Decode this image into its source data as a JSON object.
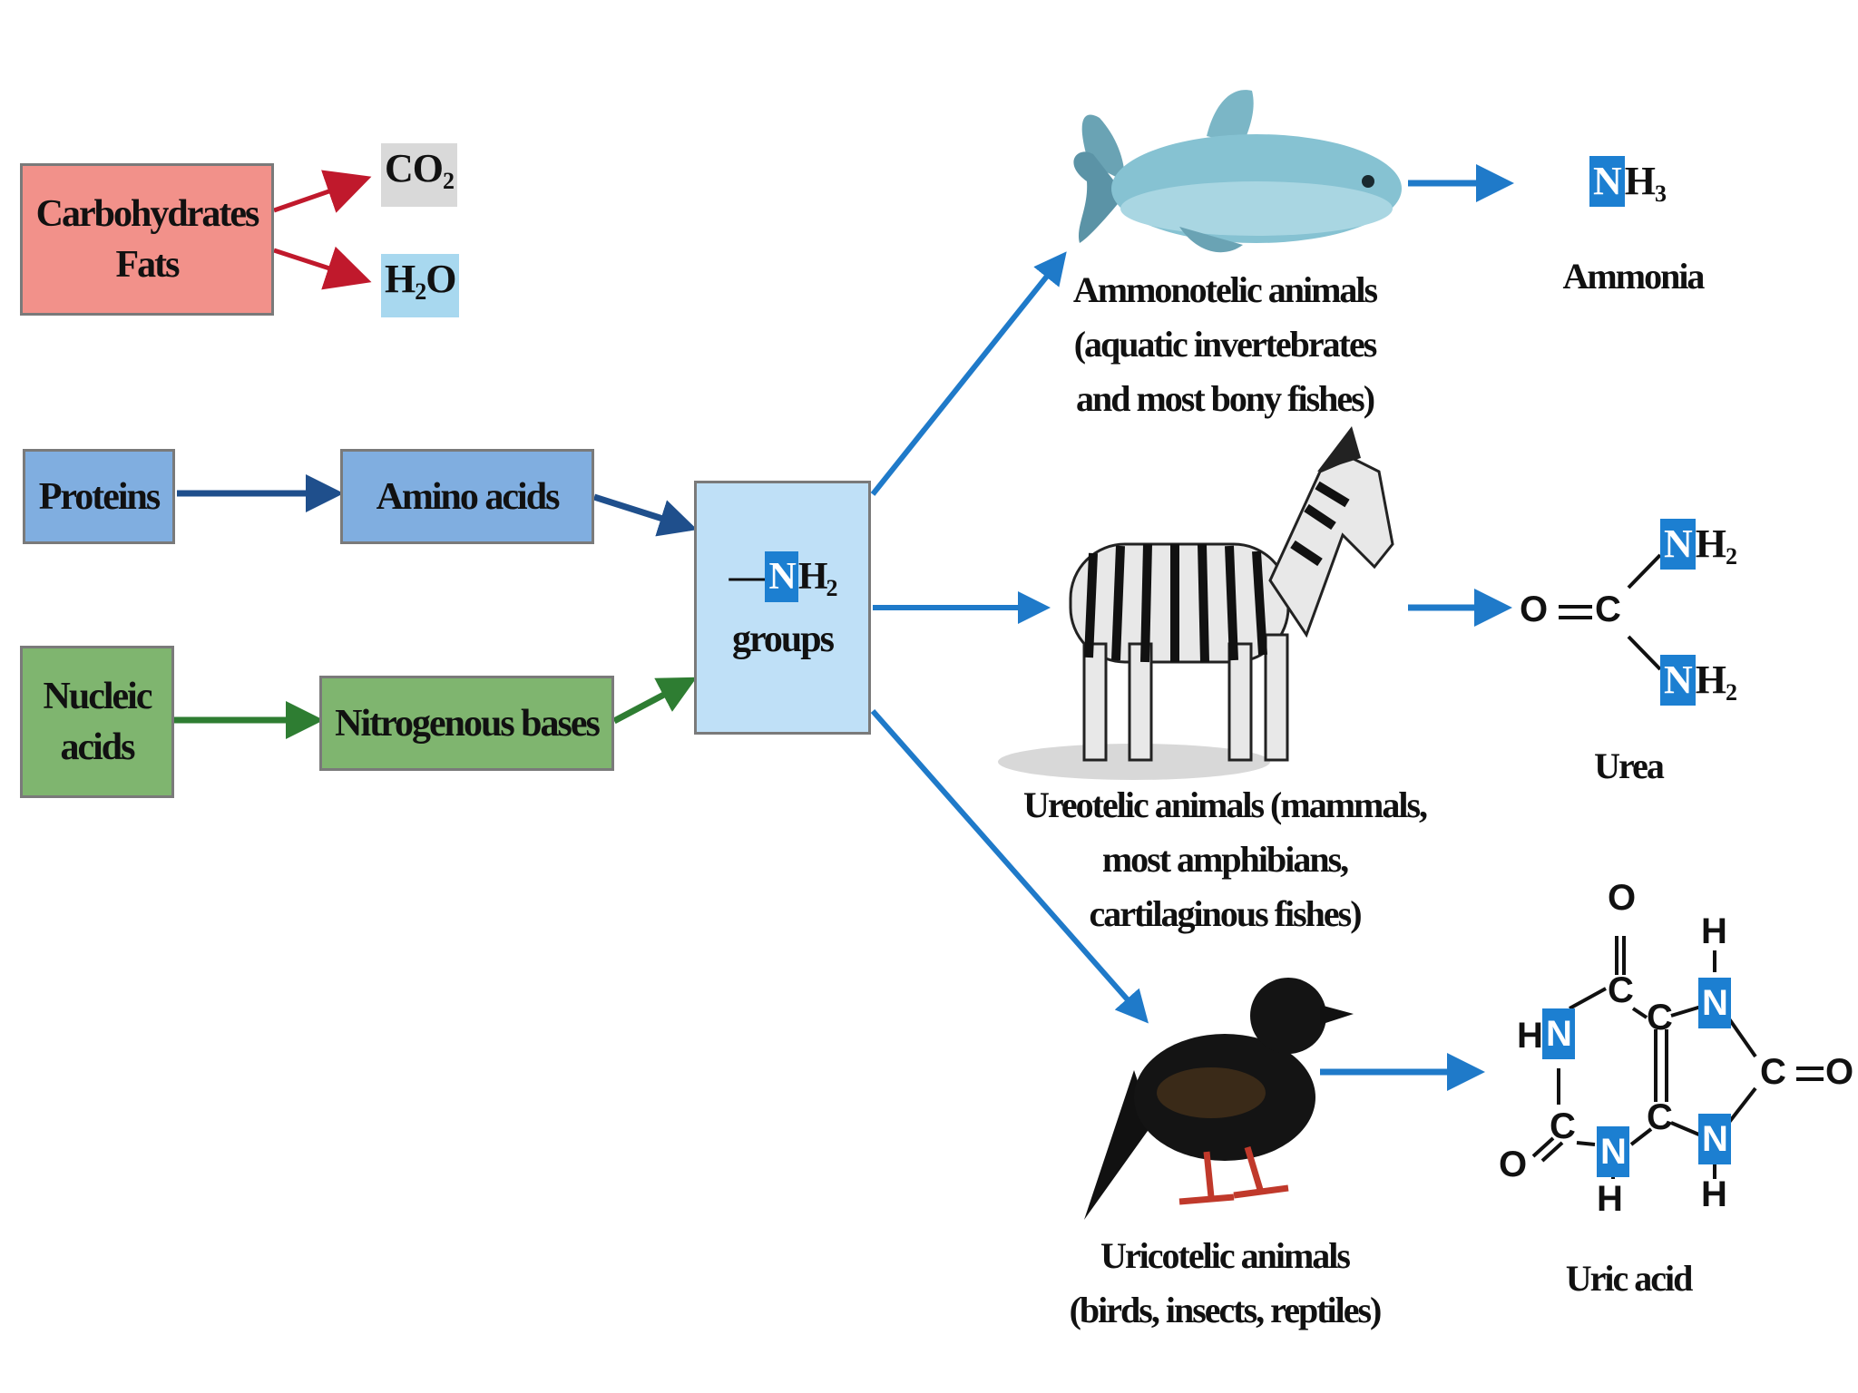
{
  "inputs": {
    "carb": "Carbohydrates\nFats",
    "co2": "CO",
    "co2_sub": "2",
    "h2o_h": "H",
    "h2o_sub": "2",
    "h2o_o": "O",
    "proteins": "Proteins",
    "amino": "Amino acids",
    "nucleic": "Nucleic\nacids",
    "bases": "Nitrogenous bases"
  },
  "center": {
    "dash": "—",
    "n": "N",
    "h": "H",
    "h_sub": "2",
    "groups": "groups"
  },
  "animals": {
    "ammono": "Ammonotelic animals\n(aquatic invertebrates\nand most bony fishes)",
    "ureo": "Ureotelic animals (mammals,\nmost amphibians,\ncartilaginous fishes)",
    "urico": "Uricotelic animals\n(birds, insects, reptiles)"
  },
  "products": {
    "ammonia_n": "N",
    "ammonia_h": "H",
    "ammonia_sub": "3",
    "ammonia": "Ammonia",
    "urea": "Urea",
    "uric": "Uric acid",
    "urea_o": "O",
    "urea_c": "C",
    "urea_n": "N",
    "urea_h": "H",
    "urea_sub": "2",
    "uric_o": "O",
    "uric_c": "C",
    "uric_n": "N",
    "uric_h": "H"
  },
  "colors": {
    "red_arrow": "#c0192c",
    "navy_arrow": "#1f4f8c",
    "green_arrow": "#2e7d32",
    "blue_arrow": "#1f7ac9",
    "n_highlight": "#1c7fd1"
  },
  "icons": [
    "fish",
    "zebra",
    "bird"
  ]
}
